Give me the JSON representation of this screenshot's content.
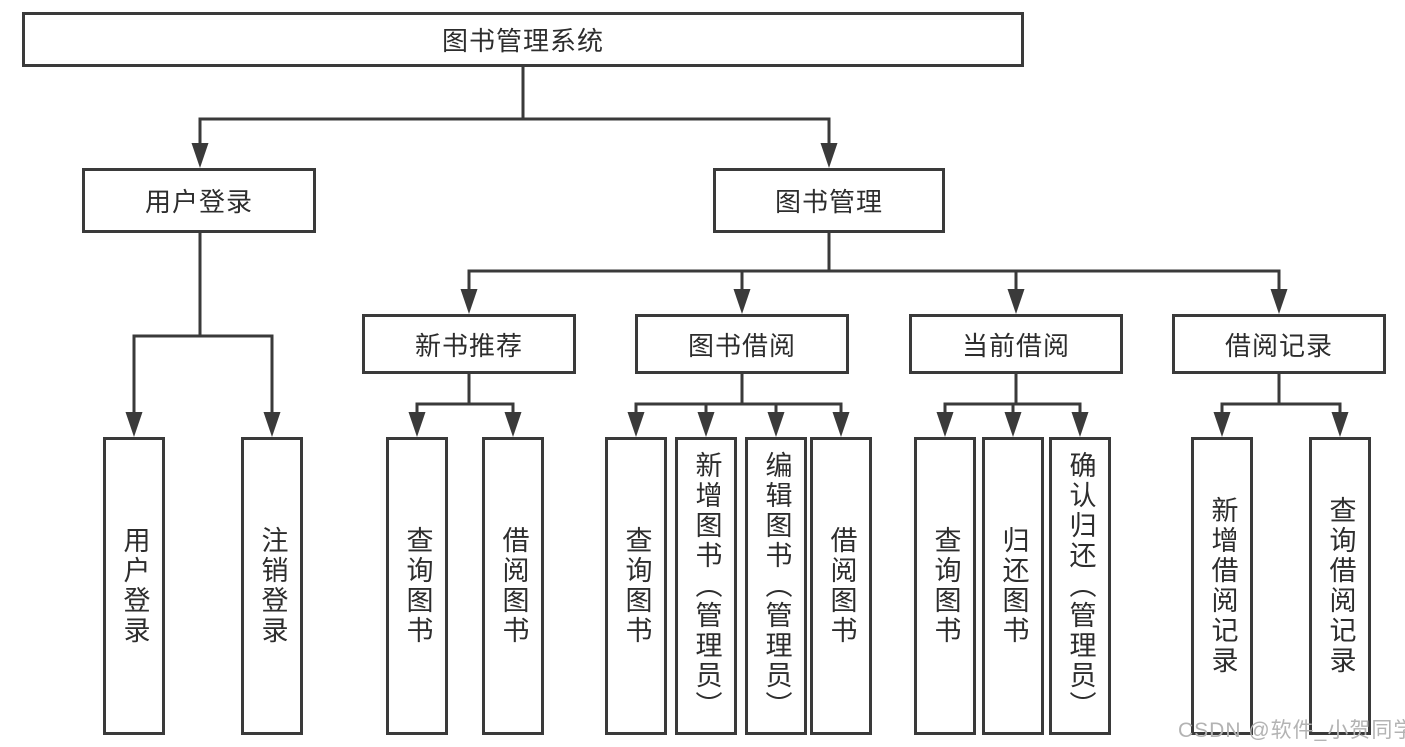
{
  "diagram": {
    "type": "hierarchy-tree",
    "root": {
      "label": "图书管理系统"
    },
    "level2": [
      {
        "id": "user-login",
        "label": "用户登录",
        "parent": "图书管理系统"
      },
      {
        "id": "book-management",
        "label": "图书管理",
        "parent": "图书管理系统"
      }
    ],
    "level3": [
      {
        "id": "new-book-recommend",
        "label": "新书推荐",
        "parent": "图书管理"
      },
      {
        "id": "book-borrowing",
        "label": "图书借阅",
        "parent": "图书管理"
      },
      {
        "id": "current-borrowing",
        "label": "当前借阅",
        "parent": "图书管理"
      },
      {
        "id": "borrowing-records",
        "label": "借阅记录",
        "parent": "图书管理"
      }
    ],
    "leaves": [
      {
        "label": "用户登录",
        "parent": "用户登录"
      },
      {
        "label": "注销登录",
        "parent": "用户登录"
      },
      {
        "label": "查询图书",
        "parent": "新书推荐"
      },
      {
        "label": "借阅图书",
        "parent": "新书推荐"
      },
      {
        "label": "查询图书",
        "parent": "图书借阅"
      },
      {
        "label": "新增图书（管理员）",
        "parent": "图书借阅"
      },
      {
        "label": "编辑图书（管理员）",
        "parent": "图书借阅"
      },
      {
        "label": "借阅图书",
        "parent": "图书借阅"
      },
      {
        "label": "查询图书",
        "parent": "当前借阅"
      },
      {
        "label": "归还图书",
        "parent": "当前借阅"
      },
      {
        "label": "确认归还（管理员）",
        "parent": "当前借阅"
      },
      {
        "label": "新增借阅记录",
        "parent": "借阅记录"
      },
      {
        "label": "查询借阅记录",
        "parent": "借阅记录"
      }
    ]
  },
  "watermark": "CSDN @软件_小贺同学",
  "colors": {
    "line": "#3a3a3a",
    "box_border": "#3a3a3a",
    "text": "#2d2d2d",
    "background": "#ffffff",
    "watermark": "#b3b3b3"
  }
}
